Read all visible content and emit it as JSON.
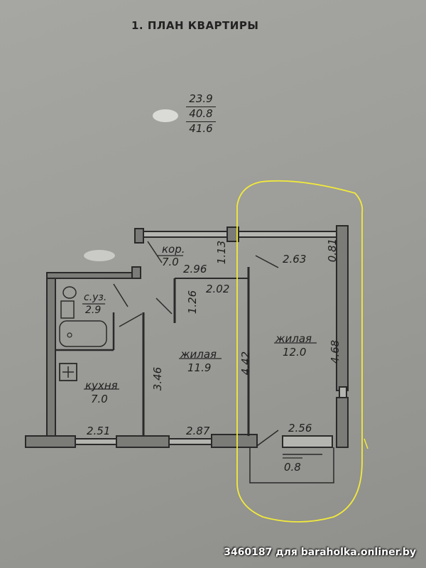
{
  "title": "1. ПЛАН КВАРТИРЫ",
  "areas": {
    "living": "23.9",
    "total": "40.8",
    "overall": "41.6"
  },
  "rooms": {
    "corridor": {
      "name": "кор.",
      "area": "7.0"
    },
    "bathroom": {
      "name": "с.уз.",
      "area": "2.9"
    },
    "kitchen": {
      "name": "кухня",
      "area": "7.0"
    },
    "living_middle": {
      "name": "жилая",
      "area": "11.9"
    },
    "living_right": {
      "name": "жилая",
      "area": "12.0"
    },
    "balcony": {
      "area": "0.8"
    }
  },
  "dimensions": {
    "d_113": "1.13",
    "d_296": "2.96",
    "d_202": "2.02",
    "d_126": "1.26",
    "d_263": "2.63",
    "d_081": "0.81",
    "d_442": "4.42",
    "d_468": "4.68",
    "d_346": "3.46",
    "d_251": "2.51",
    "d_287": "2.87",
    "d_256": "2.56"
  },
  "highlight_color": "#f2ea3a",
  "watermark": "3460187 для baraholka.onliner.by"
}
